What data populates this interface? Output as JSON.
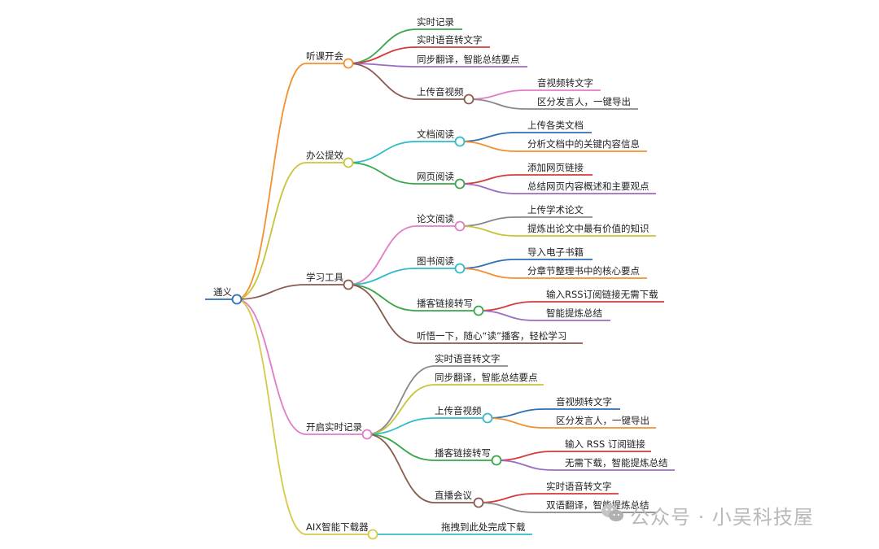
{
  "mindmap": {
    "root": "通义",
    "branches": [
      {
        "label": "听课开会",
        "children": [
          {
            "label": "实时记录"
          },
          {
            "label": "实时语音转文字"
          },
          {
            "label": "同步翻译，智能总结要点"
          },
          {
            "label": "上传音视频",
            "children": [
              "音视频转文字",
              "区分发言人，一键导出"
            ]
          }
        ]
      },
      {
        "label": "办公提效",
        "children": [
          {
            "label": "文档阅读",
            "children": [
              "上传各类文档",
              "分析文档中的关键内容信息"
            ]
          },
          {
            "label": "网页阅读",
            "children": [
              "添加网页链接",
              "总结网页内容概述和主要观点"
            ]
          }
        ]
      },
      {
        "label": "学习工具",
        "children": [
          {
            "label": "论文阅读",
            "children": [
              "上传学术论文",
              "提炼出论文中最有价值的知识"
            ]
          },
          {
            "label": "图书阅读",
            "children": [
              "导入电子书籍",
              "分章节整理书中的核心要点"
            ]
          },
          {
            "label": "播客链接转写",
            "children": [
              "输入RSS订阅链接无需下载",
              "智能提炼总结"
            ]
          },
          {
            "label": "听悟一下，随心“读”播客，轻松学习"
          }
        ]
      },
      {
        "label": "开启实时记录",
        "children": [
          {
            "label": "实时语音转文字"
          },
          {
            "label": "同步翻译，智能总结要点"
          },
          {
            "label": "上传音视频",
            "children": [
              "音视频转文字",
              "区分发言人，一键导出"
            ]
          },
          {
            "label": "播客链接转写",
            "children": [
              "输入 RSS 订阅链接",
              "无需下载，智能提炼总结"
            ]
          },
          {
            "label": "直播会议",
            "children": [
              "实时语音转文字",
              "双语翻译，智能提炼总结"
            ]
          }
        ]
      },
      {
        "label": "AIX智能下载器",
        "children": [
          {
            "label": "拖拽到此处完成下载"
          }
        ]
      }
    ]
  },
  "watermark": "公众号 · 小吴科技屋"
}
